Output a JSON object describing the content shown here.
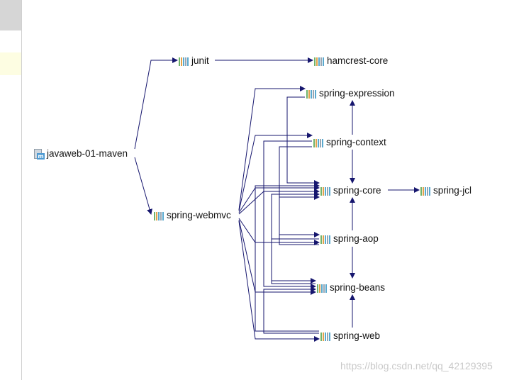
{
  "colors": {
    "edge": "#16166e",
    "bar_green": "#6fb36b",
    "bar_orange": "#e2a24a",
    "bar_blue": "#59a9cf",
    "bar_grey": "#9aa6b2"
  },
  "root": {
    "label": "javaweb-01-maven",
    "icon": "maven-project-icon"
  },
  "nodes": {
    "junit": {
      "label": "junit",
      "icon": "library-icon"
    },
    "hamcrest_core": {
      "label": "hamcrest-core",
      "icon": "library-icon"
    },
    "spring_webmvc": {
      "label": "spring-webmvc",
      "icon": "library-icon"
    },
    "spring_expression": {
      "label": "spring-expression",
      "icon": "library-icon"
    },
    "spring_context": {
      "label": "spring-context",
      "icon": "library-icon"
    },
    "spring_core": {
      "label": "spring-core",
      "icon": "library-icon"
    },
    "spring_jcl": {
      "label": "spring-jcl",
      "icon": "library-icon"
    },
    "spring_aop": {
      "label": "spring-aop",
      "icon": "library-icon"
    },
    "spring_beans": {
      "label": "spring-beans",
      "icon": "library-icon"
    },
    "spring_web": {
      "label": "spring-web",
      "icon": "library-icon"
    }
  },
  "watermark": "https://blog.csdn.net/qq_42129395"
}
